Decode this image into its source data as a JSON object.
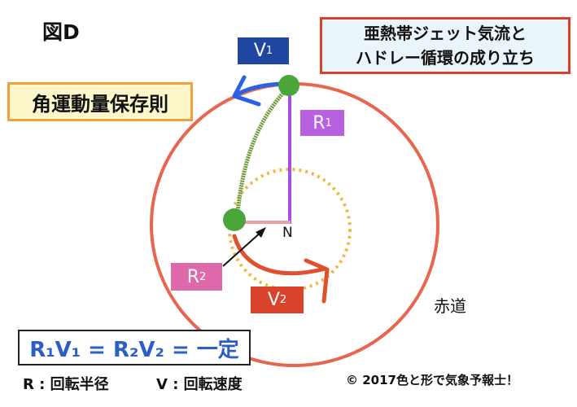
{
  "figure_label": "図D",
  "title": {
    "line1": "亜熱帯ジェット気流と",
    "line2": "ハドレー循環の成り立ち"
  },
  "principle": "角運動量保存則",
  "labels": {
    "v1": "V",
    "v1_sub": "1",
    "r1": "R",
    "r1_sub": "1",
    "r2": "R",
    "r2_sub": "2",
    "v2": "V",
    "v2_sub": "2",
    "north": "N",
    "equator": "赤道"
  },
  "formula": "R₁V₁ = R₂V₂ = 一定",
  "legend": {
    "r": "R : 回転半径",
    "v": "V : 回転速度"
  },
  "copyright": "© 2017色と形で気象予報士！",
  "colors": {
    "equator_circle": "#e8654f",
    "r1_line": "#a64fe0",
    "r2_line": "#eea0a0",
    "green_dot": "#4aa63a",
    "dotted_circle": "#f0b93a",
    "v1_arrow": "#2a62e0",
    "v2_arrow": "#e0502e"
  }
}
